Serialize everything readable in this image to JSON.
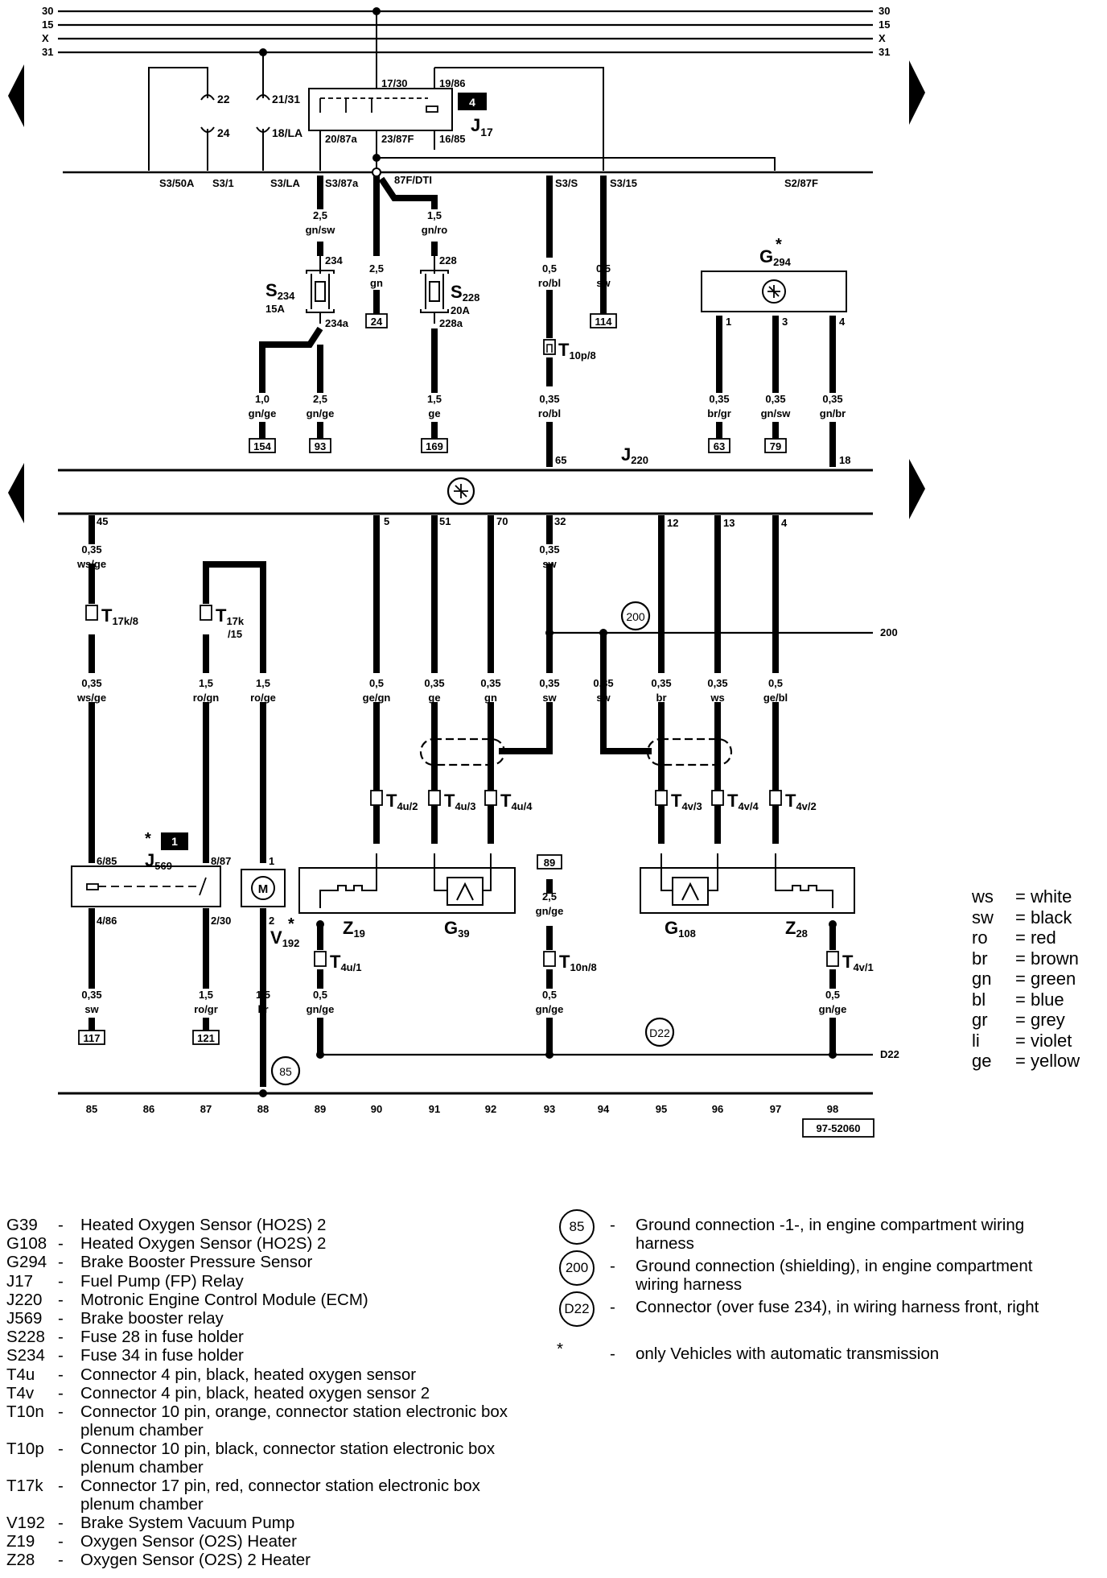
{
  "rails": [
    "30",
    "15",
    "X",
    "31"
  ],
  "wire_specs": {
    "s3_87a": [
      "2,5",
      "gn/sw"
    ],
    "dti": [
      "1,5",
      "gn/ro"
    ],
    "gn24": [
      "2,5",
      "gn"
    ],
    "s3s": [
      "0,5",
      "ro/bl"
    ],
    "s315": [
      "0,5",
      "sw"
    ],
    "w154": [
      "1,0",
      "gn/ge"
    ],
    "w93": [
      "2,5",
      "gn/ge"
    ],
    "w169": [
      "1,5",
      "ge"
    ],
    "w65": [
      "0,35",
      "ro/bl"
    ],
    "w63": [
      "0,35",
      "br/gr"
    ],
    "w79": [
      "0,35",
      "gn/sw"
    ],
    "w18": [
      "0,35",
      "gn/br"
    ],
    "w45a": [
      "0,35",
      "ws/ge"
    ],
    "w32a": [
      "0,35",
      "sw"
    ],
    "w45b": [
      "0,35",
      "ws/ge"
    ],
    "w15": [
      "1,5",
      "ro/gn"
    ],
    "wv": [
      "1,5",
      "ro/ge"
    ],
    "w5": [
      "0,5",
      "ge/gn"
    ],
    "w51": [
      "0,35",
      "ge"
    ],
    "w70": [
      "0,35",
      "gn"
    ],
    "w32b": [
      "0,35",
      "sw"
    ],
    "wg108sw": [
      "0,35",
      "sw"
    ],
    "w12": [
      "0,35",
      "br"
    ],
    "w13": [
      "0,35",
      "ws"
    ],
    "w4": [
      "0,5",
      "ge/bl"
    ],
    "w117": [
      "0,35",
      "sw"
    ],
    "w121": [
      "1,5",
      "ro/gr"
    ],
    "wbr": [
      "1,5",
      "br"
    ],
    "wz19": [
      "0,5",
      "gn/ge"
    ],
    "w93b": [
      "2,5",
      "gn/ge"
    ],
    "wz28": [
      "0,5",
      "gn/ge"
    ]
  },
  "fuses": {
    "s234_name": "S",
    "s234_sub": "234",
    "s234_rating": "15A",
    "s228_name": "S",
    "s228_sub": "228",
    "s228_rating": "20A"
  },
  "components": {
    "j17": "J",
    "j17_sub": "17",
    "j220": "J",
    "j220_sub": "220",
    "j569": "J",
    "j569_sub": "569",
    "g294": "G",
    "g294_sub": "294",
    "z19": "Z",
    "z19_sub": "19",
    "g39": "G",
    "g39_sub": "39",
    "g108": "G",
    "g108_sub": "108",
    "z28": "Z",
    "z28_sub": "28",
    "v192": "V",
    "v192_sub": "192",
    "motor": "M"
  },
  "tracks": [
    "85",
    "86",
    "87",
    "88",
    "89",
    "90",
    "91",
    "92",
    "93",
    "94",
    "95",
    "96",
    "97",
    "98"
  ],
  "figure_id": "97-52060",
  "color_legend": [
    {
      "code": "ws",
      "name": "white"
    },
    {
      "code": "sw",
      "name": "black"
    },
    {
      "code": "ro",
      "name": "red"
    },
    {
      "code": "br",
      "name": "brown"
    },
    {
      "code": "gn",
      "name": "green"
    },
    {
      "code": "bl",
      "name": "blue"
    },
    {
      "code": "gr",
      "name": "grey"
    },
    {
      "code": "li",
      "name": "violet"
    },
    {
      "code": "ge",
      "name": "yellow"
    }
  ],
  "legend": [
    {
      "code": "G39",
      "text": "Heated Oxygen Sensor (HO2S) 2"
    },
    {
      "code": "G108",
      "text": "Heated Oxygen Sensor (HO2S) 2"
    },
    {
      "code": "G294",
      "text": "Brake Booster Pressure Sensor"
    },
    {
      "code": "J17",
      "text": "Fuel Pump (FP) Relay"
    },
    {
      "code": "J220",
      "text": "Motronic Engine Control Module (ECM)"
    },
    {
      "code": "J569",
      "text": "Brake booster relay"
    },
    {
      "code": "S228",
      "text": "Fuse 28 in fuse holder"
    },
    {
      "code": "S234",
      "text": "Fuse 34 in fuse holder"
    },
    {
      "code": "T4u",
      "text": "Connector 4 pin, black, heated oxygen sensor"
    },
    {
      "code": "T4v",
      "text": "Connector 4 pin, black, heated oxygen sensor 2"
    },
    {
      "code": "T10n",
      "text": "Connector 10 pin, orange, connector station electronic box",
      "text2": "plenum chamber"
    },
    {
      "code": "T10p",
      "text": "Connector 10 pin, black, connector station electronic box",
      "text2": "plenum chamber"
    },
    {
      "code": "T17k",
      "text": "Connector 17 pin, red, connector station electronic box",
      "text2": "plenum chamber"
    },
    {
      "code": "V192",
      "text": "Brake System Vacuum Pump"
    },
    {
      "code": "Z19",
      "text": "Oxygen Sensor (O2S) Heater"
    },
    {
      "code": "Z28",
      "text": "Oxygen Sensor (O2S) 2 Heater"
    }
  ],
  "legend_right": [
    {
      "code": "85",
      "text": "Ground connection -1-, in engine compartment wiring",
      "text2": "harness"
    },
    {
      "code": "200",
      "text": "Ground connection (shielding), in engine compartment",
      "text2": "wiring harness"
    },
    {
      "code": "D22",
      "text": "Connector (over fuse 234), in wiring harness front, right"
    },
    {
      "code": "*",
      "text": "only Vehicles with automatic transmission"
    }
  ]
}
